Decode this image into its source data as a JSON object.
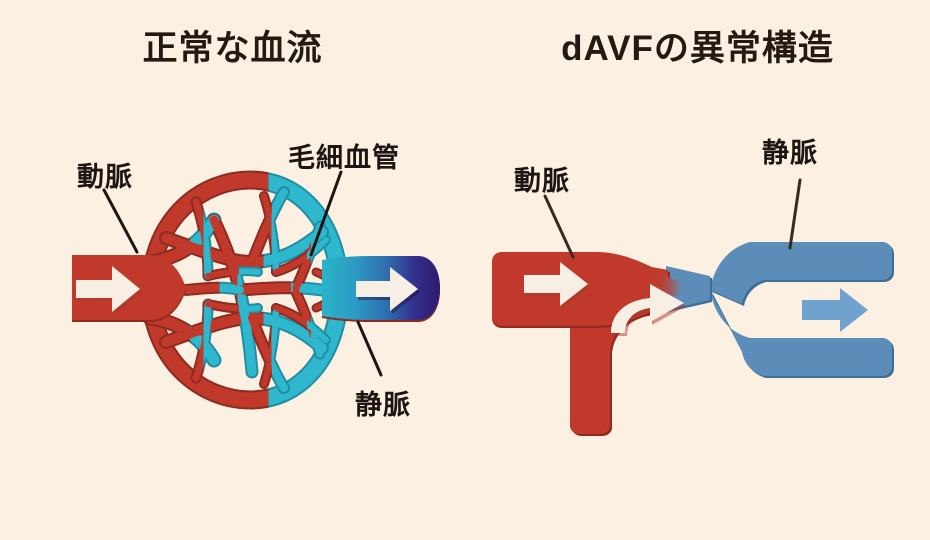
{
  "background_color": "#FCF0E2",
  "panels": [
    {
      "id": "normal",
      "title": "正常な血流",
      "labels": {
        "artery": "動脈",
        "capillary": "毛細血管",
        "vein": "静脈"
      },
      "colors": {
        "artery": "#C0392B",
        "artery_outline": "#8E2A20",
        "capillary_arterial": "#C0392B",
        "capillary_venous": "#2EB7CD",
        "vein_start": "#2BB3C9",
        "vein_end": "#2E1B6E",
        "arrow": "#F7EFE4"
      },
      "flow_arrows": 2
    },
    {
      "id": "davf",
      "title": "dAVFの異常構造",
      "labels": {
        "artery": "動脈",
        "vein": "静脈"
      },
      "colors": {
        "artery": "#C0392B",
        "artery_outline": "#8E2A20",
        "shunt_start": "#C0392B",
        "shunt_end": "#5B8DB8",
        "vein": "#5B8DB8",
        "vein_outline": "#3E6E96",
        "arrow_artery": "#F7EFE4",
        "arrow_vein": "#6FA3CE"
      },
      "flow_arrows": 3
    }
  ],
  "leader_line_color": "#1C1512"
}
